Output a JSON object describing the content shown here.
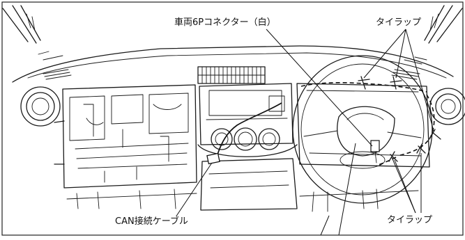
{
  "labels": {
    "vehicle_connector": "車両6Pコネクター（白）",
    "tie_wrap_top": "タイラップ",
    "can_cable": "CAN接続ケーブル",
    "tie_wrap_bottom": "タイラップ"
  }
}
